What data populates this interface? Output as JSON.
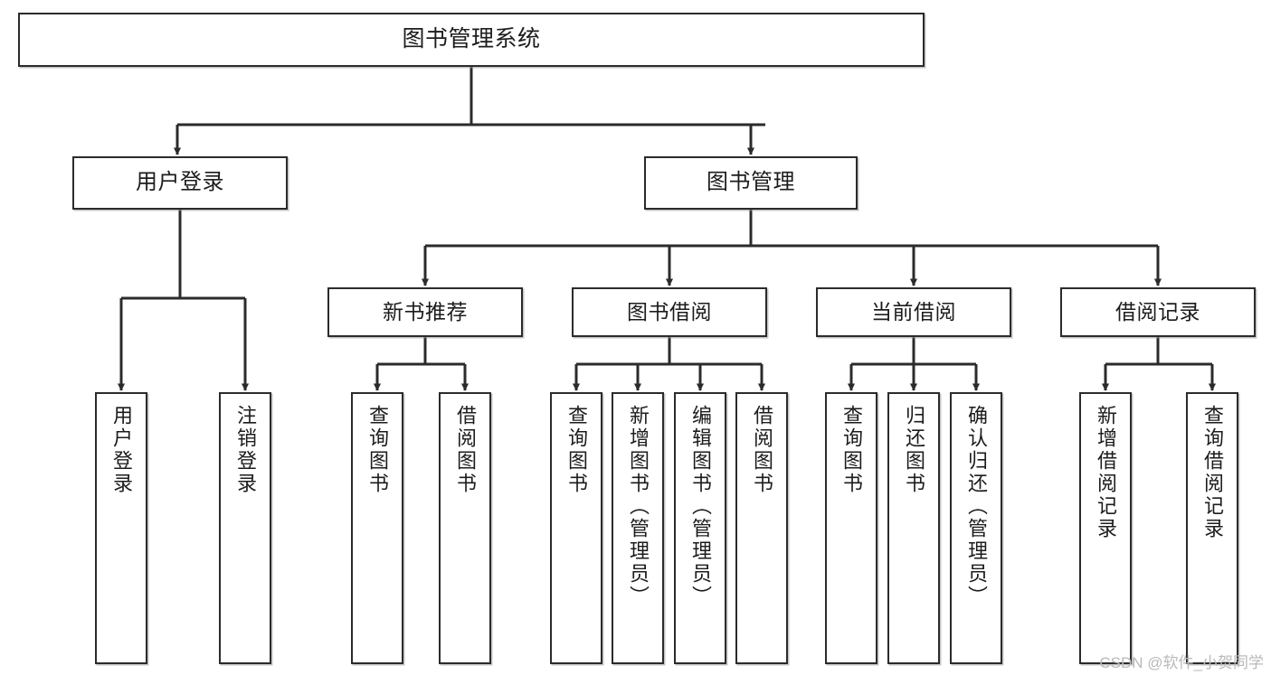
{
  "diagram": {
    "type": "tree-hierarchy-chart",
    "title": "图书管理系统",
    "orientation": "top-down",
    "colors": {
      "node_border": "#2b2b2b",
      "node_fill": "#ffffff",
      "edge": "#2b2b2b",
      "canvas": "#ffffff",
      "watermark": "#b9b9b9"
    },
    "watermark": "CSDN @软件_小贺同学"
  },
  "nodes": {
    "root": {
      "label": "图书管理系统"
    },
    "level1": [
      {
        "id": "user-login",
        "label": "用户登录"
      },
      {
        "id": "book-management",
        "label": "图书管理"
      }
    ],
    "level2": [
      {
        "id": "new-book-recommend",
        "label": "新书推荐"
      },
      {
        "id": "book-borrow",
        "label": "图书借阅"
      },
      {
        "id": "current-borrow",
        "label": "当前借阅"
      },
      {
        "id": "borrow-record",
        "label": "借阅记录"
      }
    ],
    "leaves": {
      "user_login": [
        {
          "id": "leaf-user-login",
          "label": "用户登录"
        },
        {
          "id": "leaf-logout-login",
          "label": "注销登录"
        }
      ],
      "new_book_recommend": [
        {
          "id": "leaf-query-book-1",
          "label": "查询图书"
        },
        {
          "id": "leaf-borrow-book-1",
          "label": "借阅图书"
        }
      ],
      "book_borrow": [
        {
          "id": "leaf-query-book-2",
          "label": "查询图书"
        },
        {
          "id": "leaf-add-book",
          "label": "新增图书（管理员）"
        },
        {
          "id": "leaf-edit-book",
          "label": "编辑图书（管理员）"
        },
        {
          "id": "leaf-borrow-book-2",
          "label": "借阅图书"
        }
      ],
      "current_borrow": [
        {
          "id": "leaf-query-book-3",
          "label": "查询图书"
        },
        {
          "id": "leaf-return-book",
          "label": "归还图书"
        },
        {
          "id": "leaf-confirm-return",
          "label": "确认归还（管理员）"
        }
      ],
      "borrow_record": [
        {
          "id": "leaf-add-record",
          "label": "新增借阅记录"
        },
        {
          "id": "leaf-query-record",
          "label": "查询借阅记录"
        }
      ]
    }
  }
}
